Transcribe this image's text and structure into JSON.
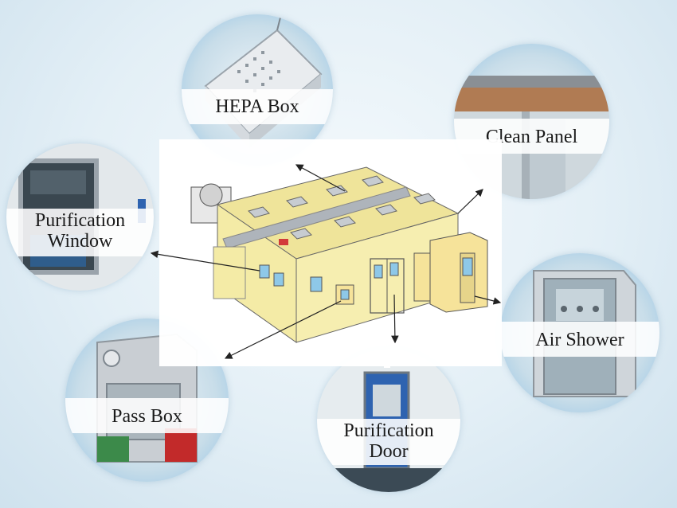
{
  "components": [
    {
      "id": "hepa-box",
      "label": "HEPA Box"
    },
    {
      "id": "clean-panel",
      "label": "Clean Panel"
    },
    {
      "id": "purification-window",
      "label": "Purification\nWindow"
    },
    {
      "id": "air-shower",
      "label": "Air Shower"
    },
    {
      "id": "pass-box",
      "label": "Pass Box"
    },
    {
      "id": "purification-door",
      "label": "Purification\nDoor"
    }
  ],
  "colors": {
    "room_wall": "#f4eba6",
    "room_roof": "#efe49a",
    "duct": "#aeb4bb",
    "bubble_edge": "#8fc1e3",
    "arrow": "#222222",
    "steel": "#c9ced3",
    "door_blue": "#2e63b0"
  }
}
